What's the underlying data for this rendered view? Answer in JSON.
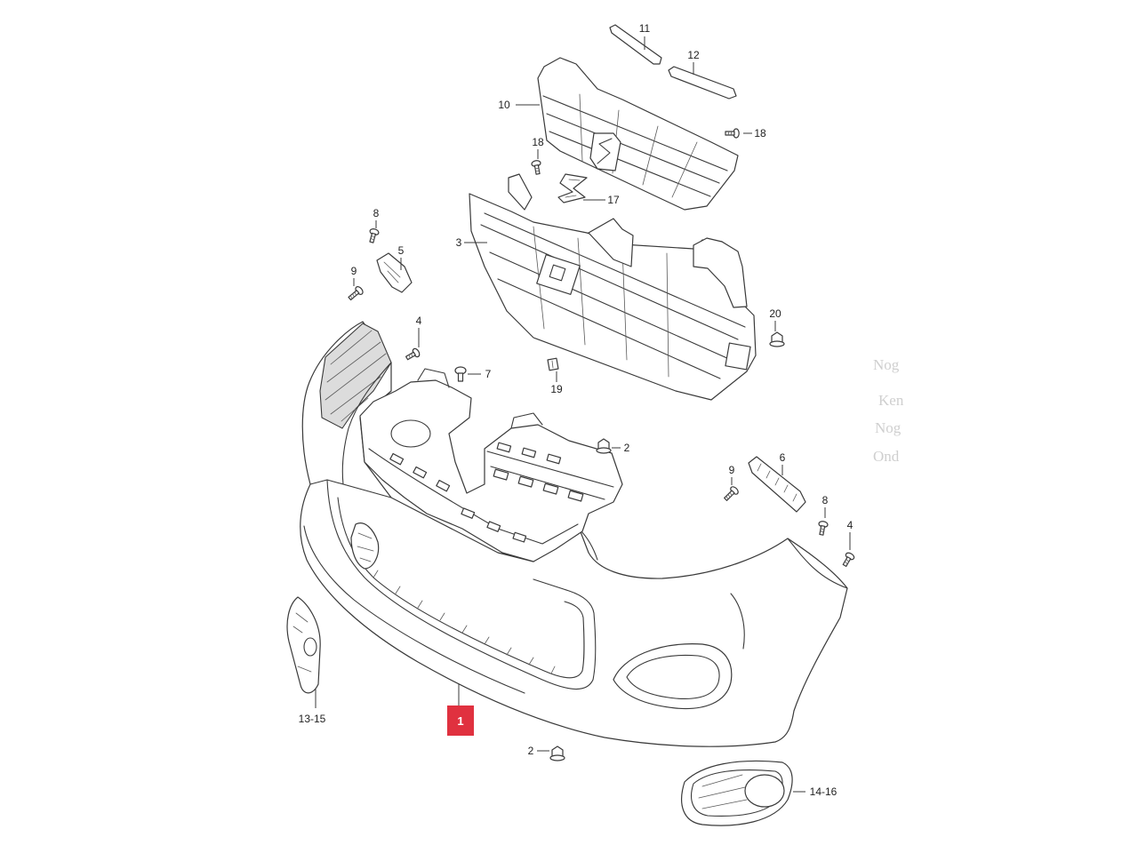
{
  "callouts": {
    "p11": "11",
    "p12": "12",
    "p10": "10",
    "p18a": "18",
    "p18b": "18",
    "p17": "17",
    "p3": "3",
    "p8a": "8",
    "p5": "5",
    "p9a": "9",
    "p20": "20",
    "p4a": "4",
    "p7": "7",
    "p19": "19",
    "p2a": "2",
    "p9b": "9",
    "p6": "6",
    "p8b": "8",
    "p4b": "4",
    "p1315": "13-15",
    "p1": "1",
    "p2b": "2",
    "p1416": "14-16"
  },
  "faint_text": [
    "Nog",
    "Ken",
    "Nog",
    "Ond"
  ],
  "colors": {
    "highlight": "#e0313f",
    "line": "#3a3a3a",
    "background": "#ffffff"
  }
}
